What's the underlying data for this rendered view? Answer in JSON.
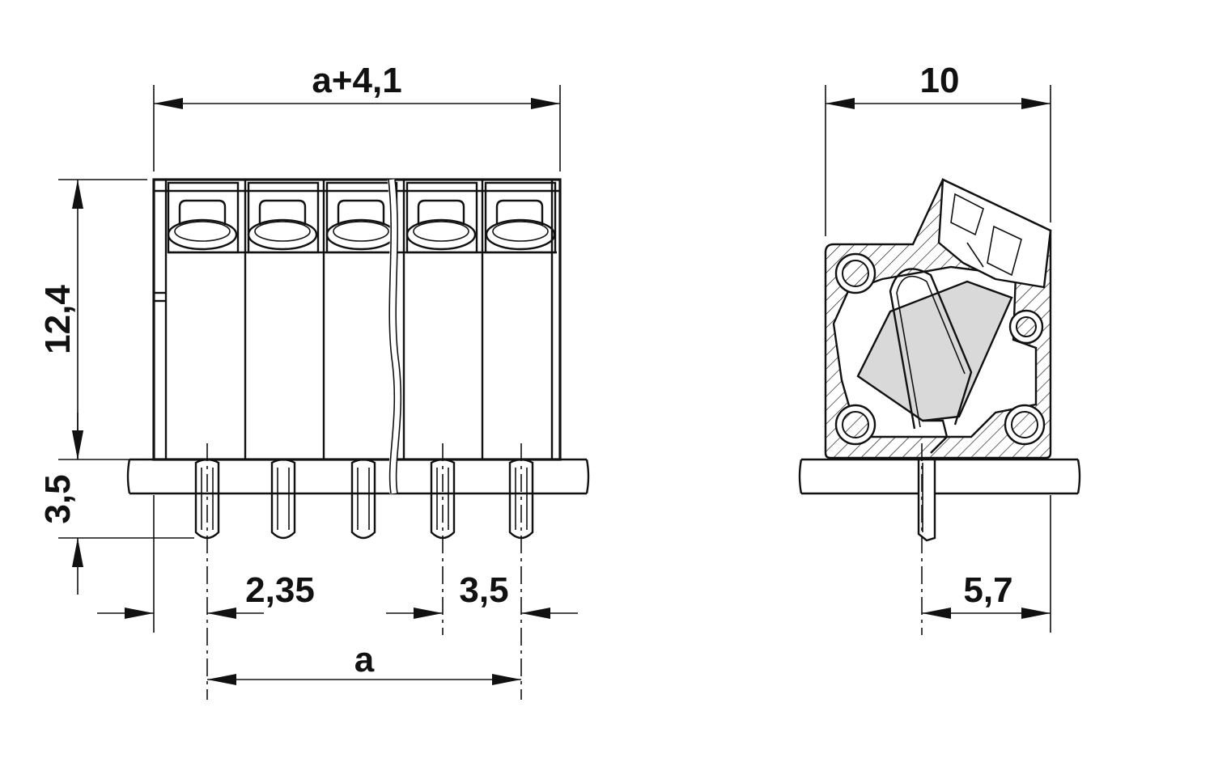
{
  "front_view": {
    "overall_width_label": "a+4,1",
    "height_label": "12,4",
    "pin_length_label": "3,5",
    "edge_to_pin_label": "2,35",
    "pitch_label": "3,5",
    "pitch_span_label": "a"
  },
  "side_view": {
    "depth_label": "10",
    "pin_offset_label": "5,7"
  }
}
